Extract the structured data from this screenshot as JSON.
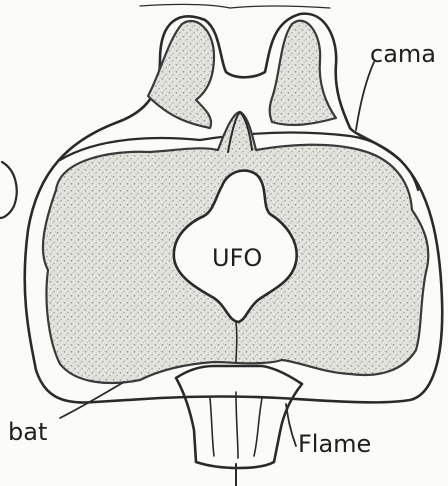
{
  "diagram": {
    "labels": {
      "top_right": "cama",
      "center": "UFO",
      "bottom_left": "bat",
      "bottom_right": "Flame"
    },
    "colors": {
      "ink": "#2a2a2a",
      "stipple": "#b9b9b4",
      "paper": "#fbfbf8"
    }
  }
}
